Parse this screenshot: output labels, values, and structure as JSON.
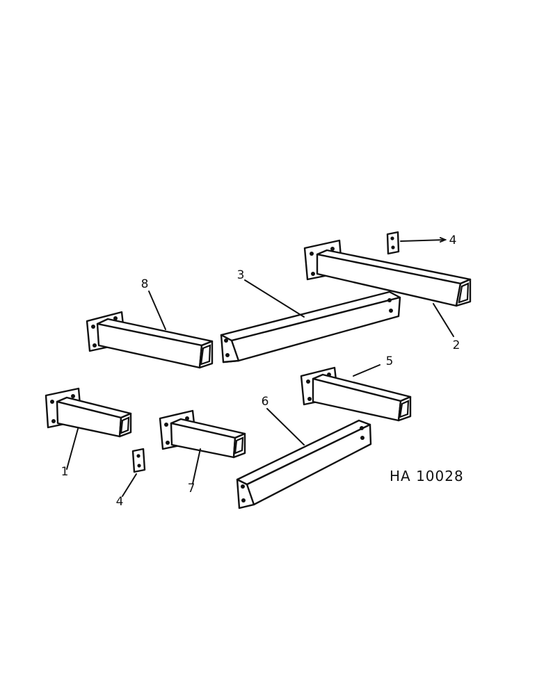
{
  "figure_id": "HA 10028",
  "callouts": {
    "part_1": "1",
    "part_2": "2",
    "part_3": "3",
    "part_4_upper": "4",
    "part_4_lower": "4",
    "part_5": "5",
    "part_6": "6",
    "part_7": "7",
    "part_8": "8"
  },
  "colors": {
    "line": "#111111",
    "background": "#ffffff"
  }
}
